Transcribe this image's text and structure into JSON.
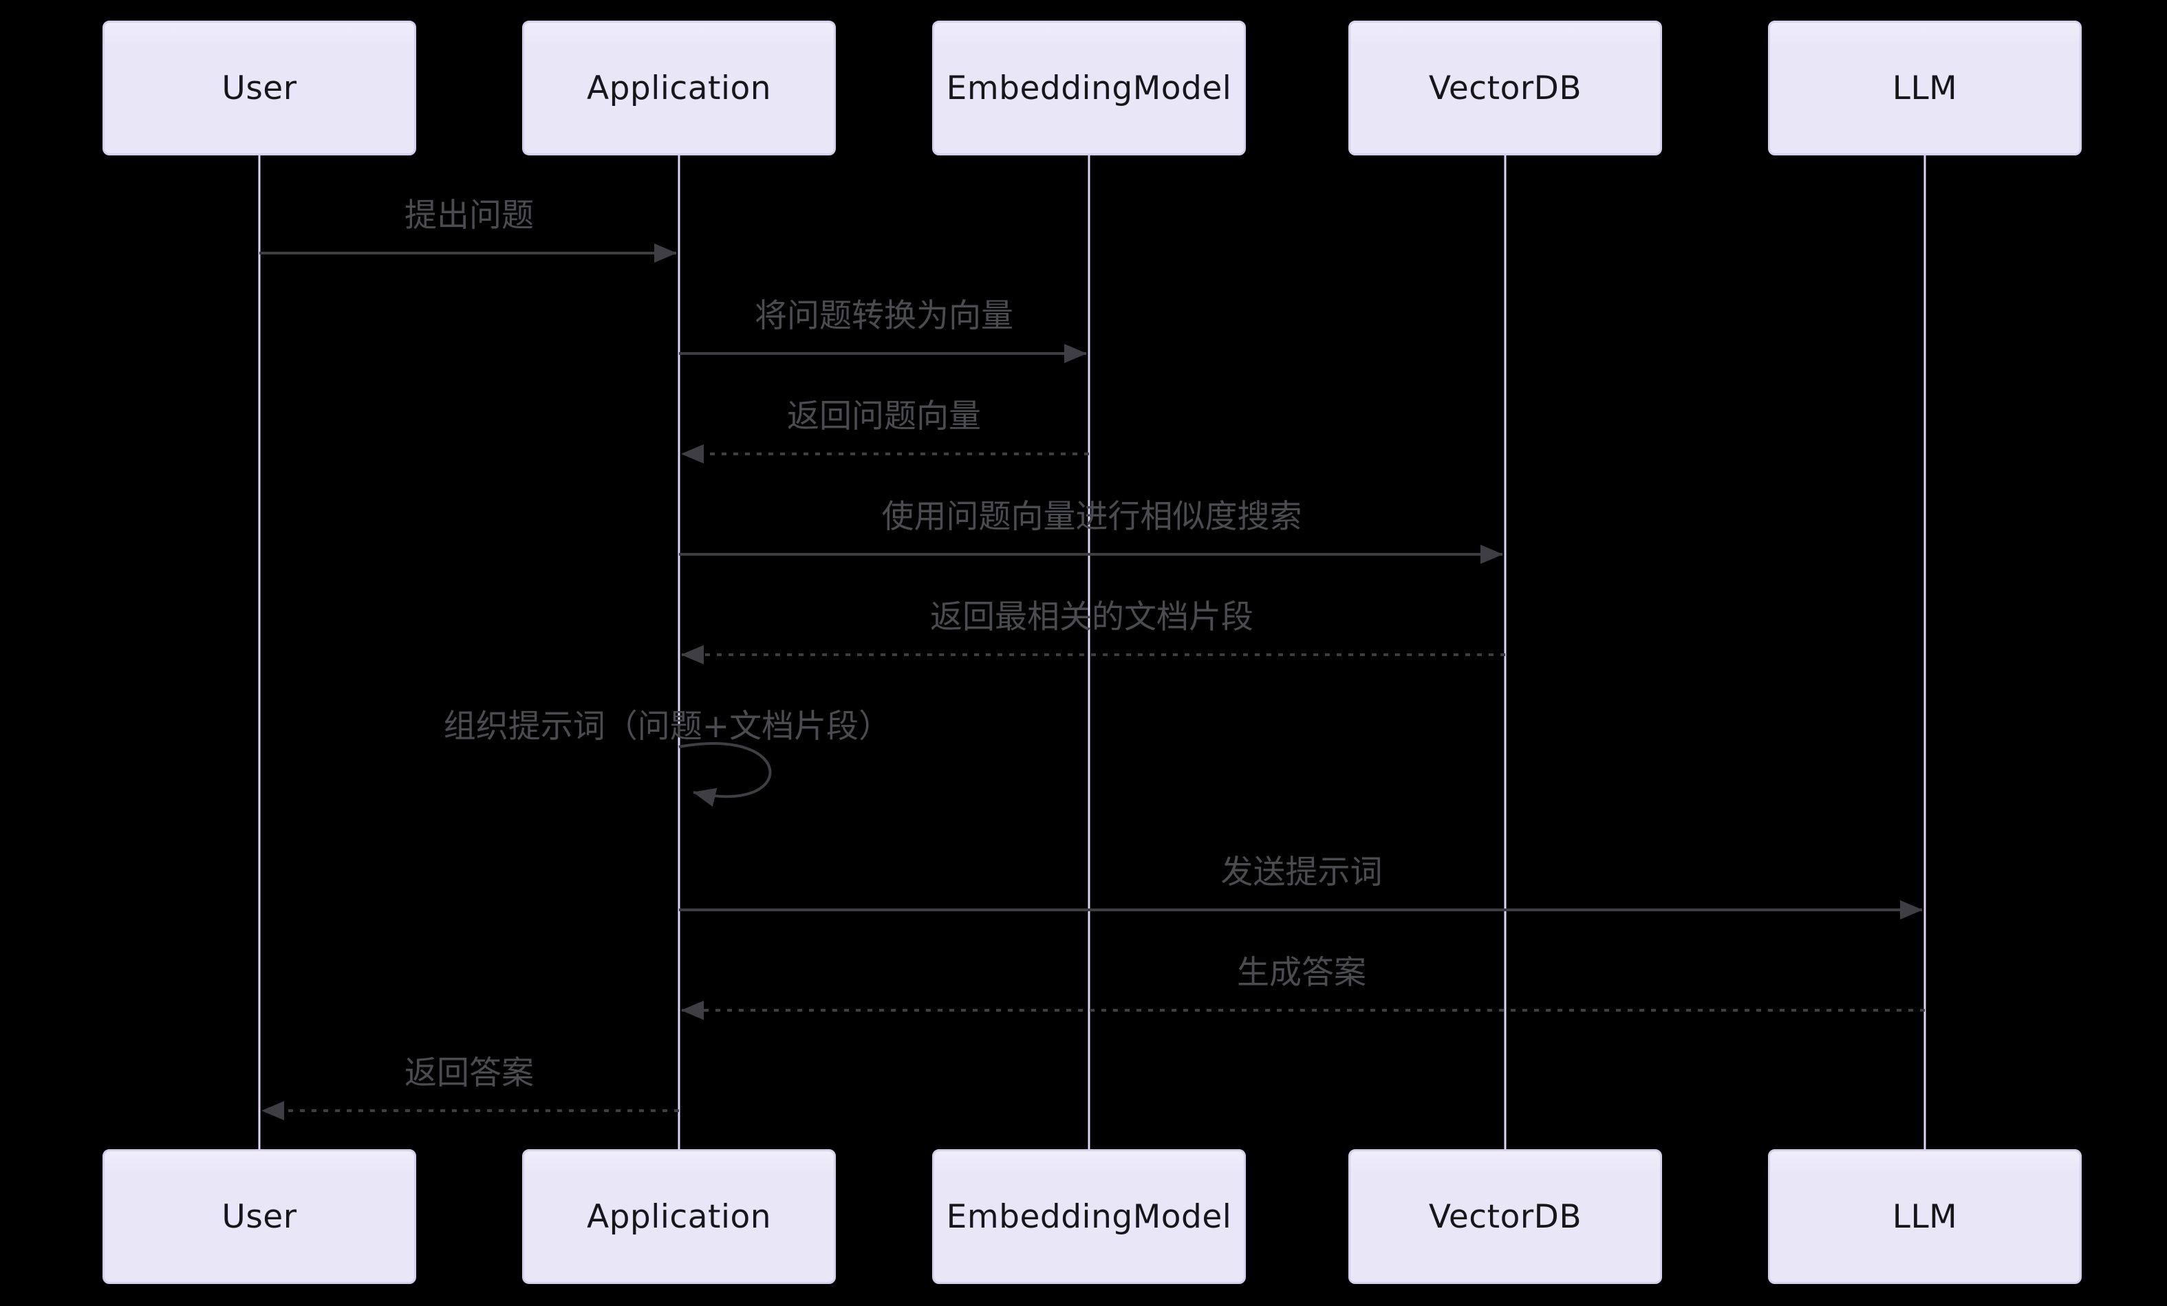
{
  "diagram": {
    "type": "sequence-diagram",
    "background": "#000000",
    "colors": {
      "background": "#000000",
      "actor_fill": "#E9E6F7",
      "actor_border": "#D6CFEE",
      "actor_text": "#17171B",
      "lifeline": "#DED5F6",
      "arrow": "#3E3E44",
      "message_text": "#4B4B52"
    },
    "participants": [
      {
        "id": "user",
        "label": "User"
      },
      {
        "id": "application",
        "label": "Application"
      },
      {
        "id": "embedding-model",
        "label": "EmbeddingModel"
      },
      {
        "id": "vectordb",
        "label": "VectorDB"
      },
      {
        "id": "llm",
        "label": "LLM"
      }
    ],
    "messages": [
      {
        "from": "User",
        "to": "Application",
        "label": "提出问题",
        "style": "solid"
      },
      {
        "from": "Application",
        "to": "EmbeddingModel",
        "label": "将问题转换为向量",
        "style": "solid"
      },
      {
        "from": "EmbeddingModel",
        "to": "Application",
        "label": "返回问题向量",
        "style": "dotted"
      },
      {
        "from": "Application",
        "to": "VectorDB",
        "label": "使用问题向量进行相似度搜索",
        "style": "solid"
      },
      {
        "from": "VectorDB",
        "to": "Application",
        "label": "返回最相关的文档片段",
        "style": "dotted"
      },
      {
        "from": "Application",
        "to": "Application",
        "label": "组织提示词（问题+文档片段）",
        "style": "self-loop"
      },
      {
        "from": "Application",
        "to": "LLM",
        "label": "发送提示词",
        "style": "solid"
      },
      {
        "from": "LLM",
        "to": "Application",
        "label": "生成答案",
        "style": "dotted"
      },
      {
        "from": "Application",
        "to": "User",
        "label": "返回答案",
        "style": "dotted"
      }
    ]
  }
}
